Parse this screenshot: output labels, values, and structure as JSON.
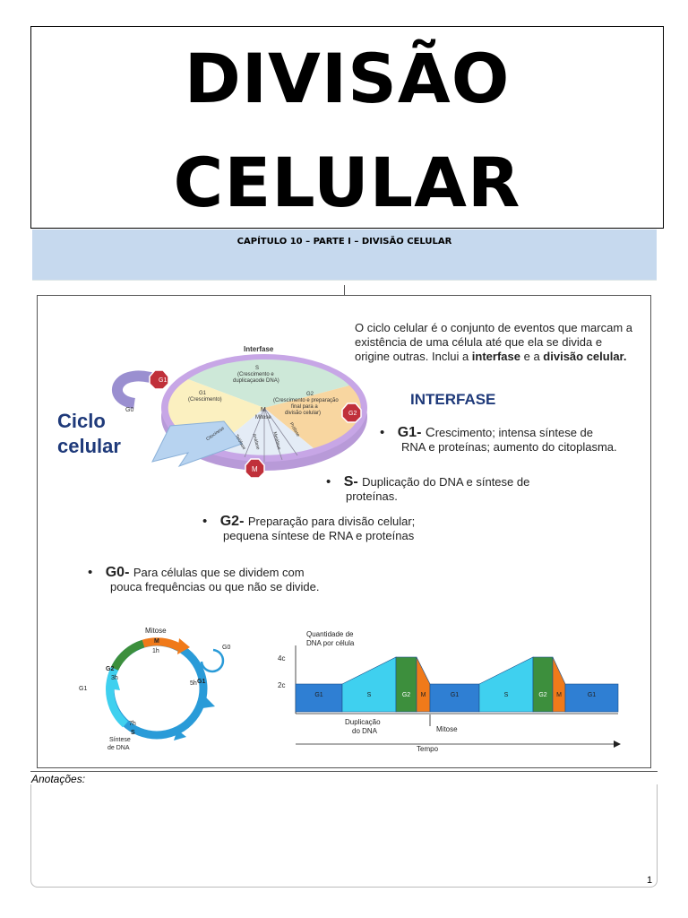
{
  "title": {
    "line1": "DIVISÃO",
    "line2": "CELULAR"
  },
  "chapter": "CAPÍTULO 10 – PARTE I – DIVISÃO CELULAR",
  "intro": {
    "line1": "O ciclo celular é o conjunto de eventos que marcam a",
    "line2": "existência de uma célula até que ela se divida e",
    "line3_prefix": "origine outras. Inclui a ",
    "line3_b1": "interfase",
    "line3_mid": " e a ",
    "line3_b2": "divisão celular."
  },
  "interfase_heading": "INTERFASE",
  "ciclo_label": {
    "line1": "Ciclo",
    "line2": "celular"
  },
  "bullets": {
    "g1": {
      "term": "G1- ",
      "cap": "C",
      "line1": "rescimento; intensa síntese de",
      "line2": "RNA e proteínas; aumento do citoplasma."
    },
    "s": {
      "term": "S- ",
      "line1": "Duplicação do DNA e síntese de",
      "line2": "proteínas."
    },
    "g2": {
      "term": "G2- ",
      "line1": "Preparação para divisão celular;",
      "line2": "pequena síntese de RNA e proteínas"
    },
    "g0": {
      "term": "G0- ",
      "line1": "Para células que se dividem com",
      "line2": "pouca frequências ou que não se divide."
    }
  },
  "cycle_diagram": {
    "interfase": "Interfase",
    "s_label": "S",
    "s_desc1": "(Crescimento e",
    "s_desc2": "duplicaçaode DNA)",
    "g1_label": "G1",
    "g1_desc": "(Crescimento)",
    "g2_label": "G2",
    "g2_desc1": "(Crescimento e preparação",
    "g2_desc2": "final para a",
    "g2_desc3": "divisão celular)",
    "m_label": "M",
    "mitose": "Mitose",
    "g0": "G0",
    "g1_sign": "G1",
    "g2_sign": "G2",
    "m_sign": "M",
    "phases": [
      "Citocinese",
      "Telófase",
      "Anáfase",
      "Metáfase",
      "Prófase"
    ]
  },
  "round_cycle": {
    "mitose": "Mitose",
    "m": "M",
    "m_time": "1h",
    "g0": "G0",
    "g2": "G2",
    "g2_time": "3h",
    "g1": "G1",
    "g1_time": "5h",
    "s_time": "7h",
    "s_label": "S",
    "sintese1": "Síntese",
    "sintese2": "de DNA"
  },
  "dna_chart": {
    "ylabel1": "Quantidade de",
    "ylabel2": "DNA por célula",
    "tick_4c": "4c",
    "tick_2c": "2c",
    "segments": [
      "G1",
      "S",
      "G2",
      "M",
      "G1",
      "S",
      "G2",
      "M",
      "G1"
    ],
    "dup1": "Duplicação",
    "dup2": "do DNA",
    "mitose": "Mitose",
    "tempo": "Tempo",
    "colors": {
      "g1": "#2f7fd3",
      "s": "#3fd0ef",
      "g2": "#3d8f3d",
      "m": "#f07a1a"
    }
  },
  "notes_label": "Anotações:",
  "page_number": "1"
}
